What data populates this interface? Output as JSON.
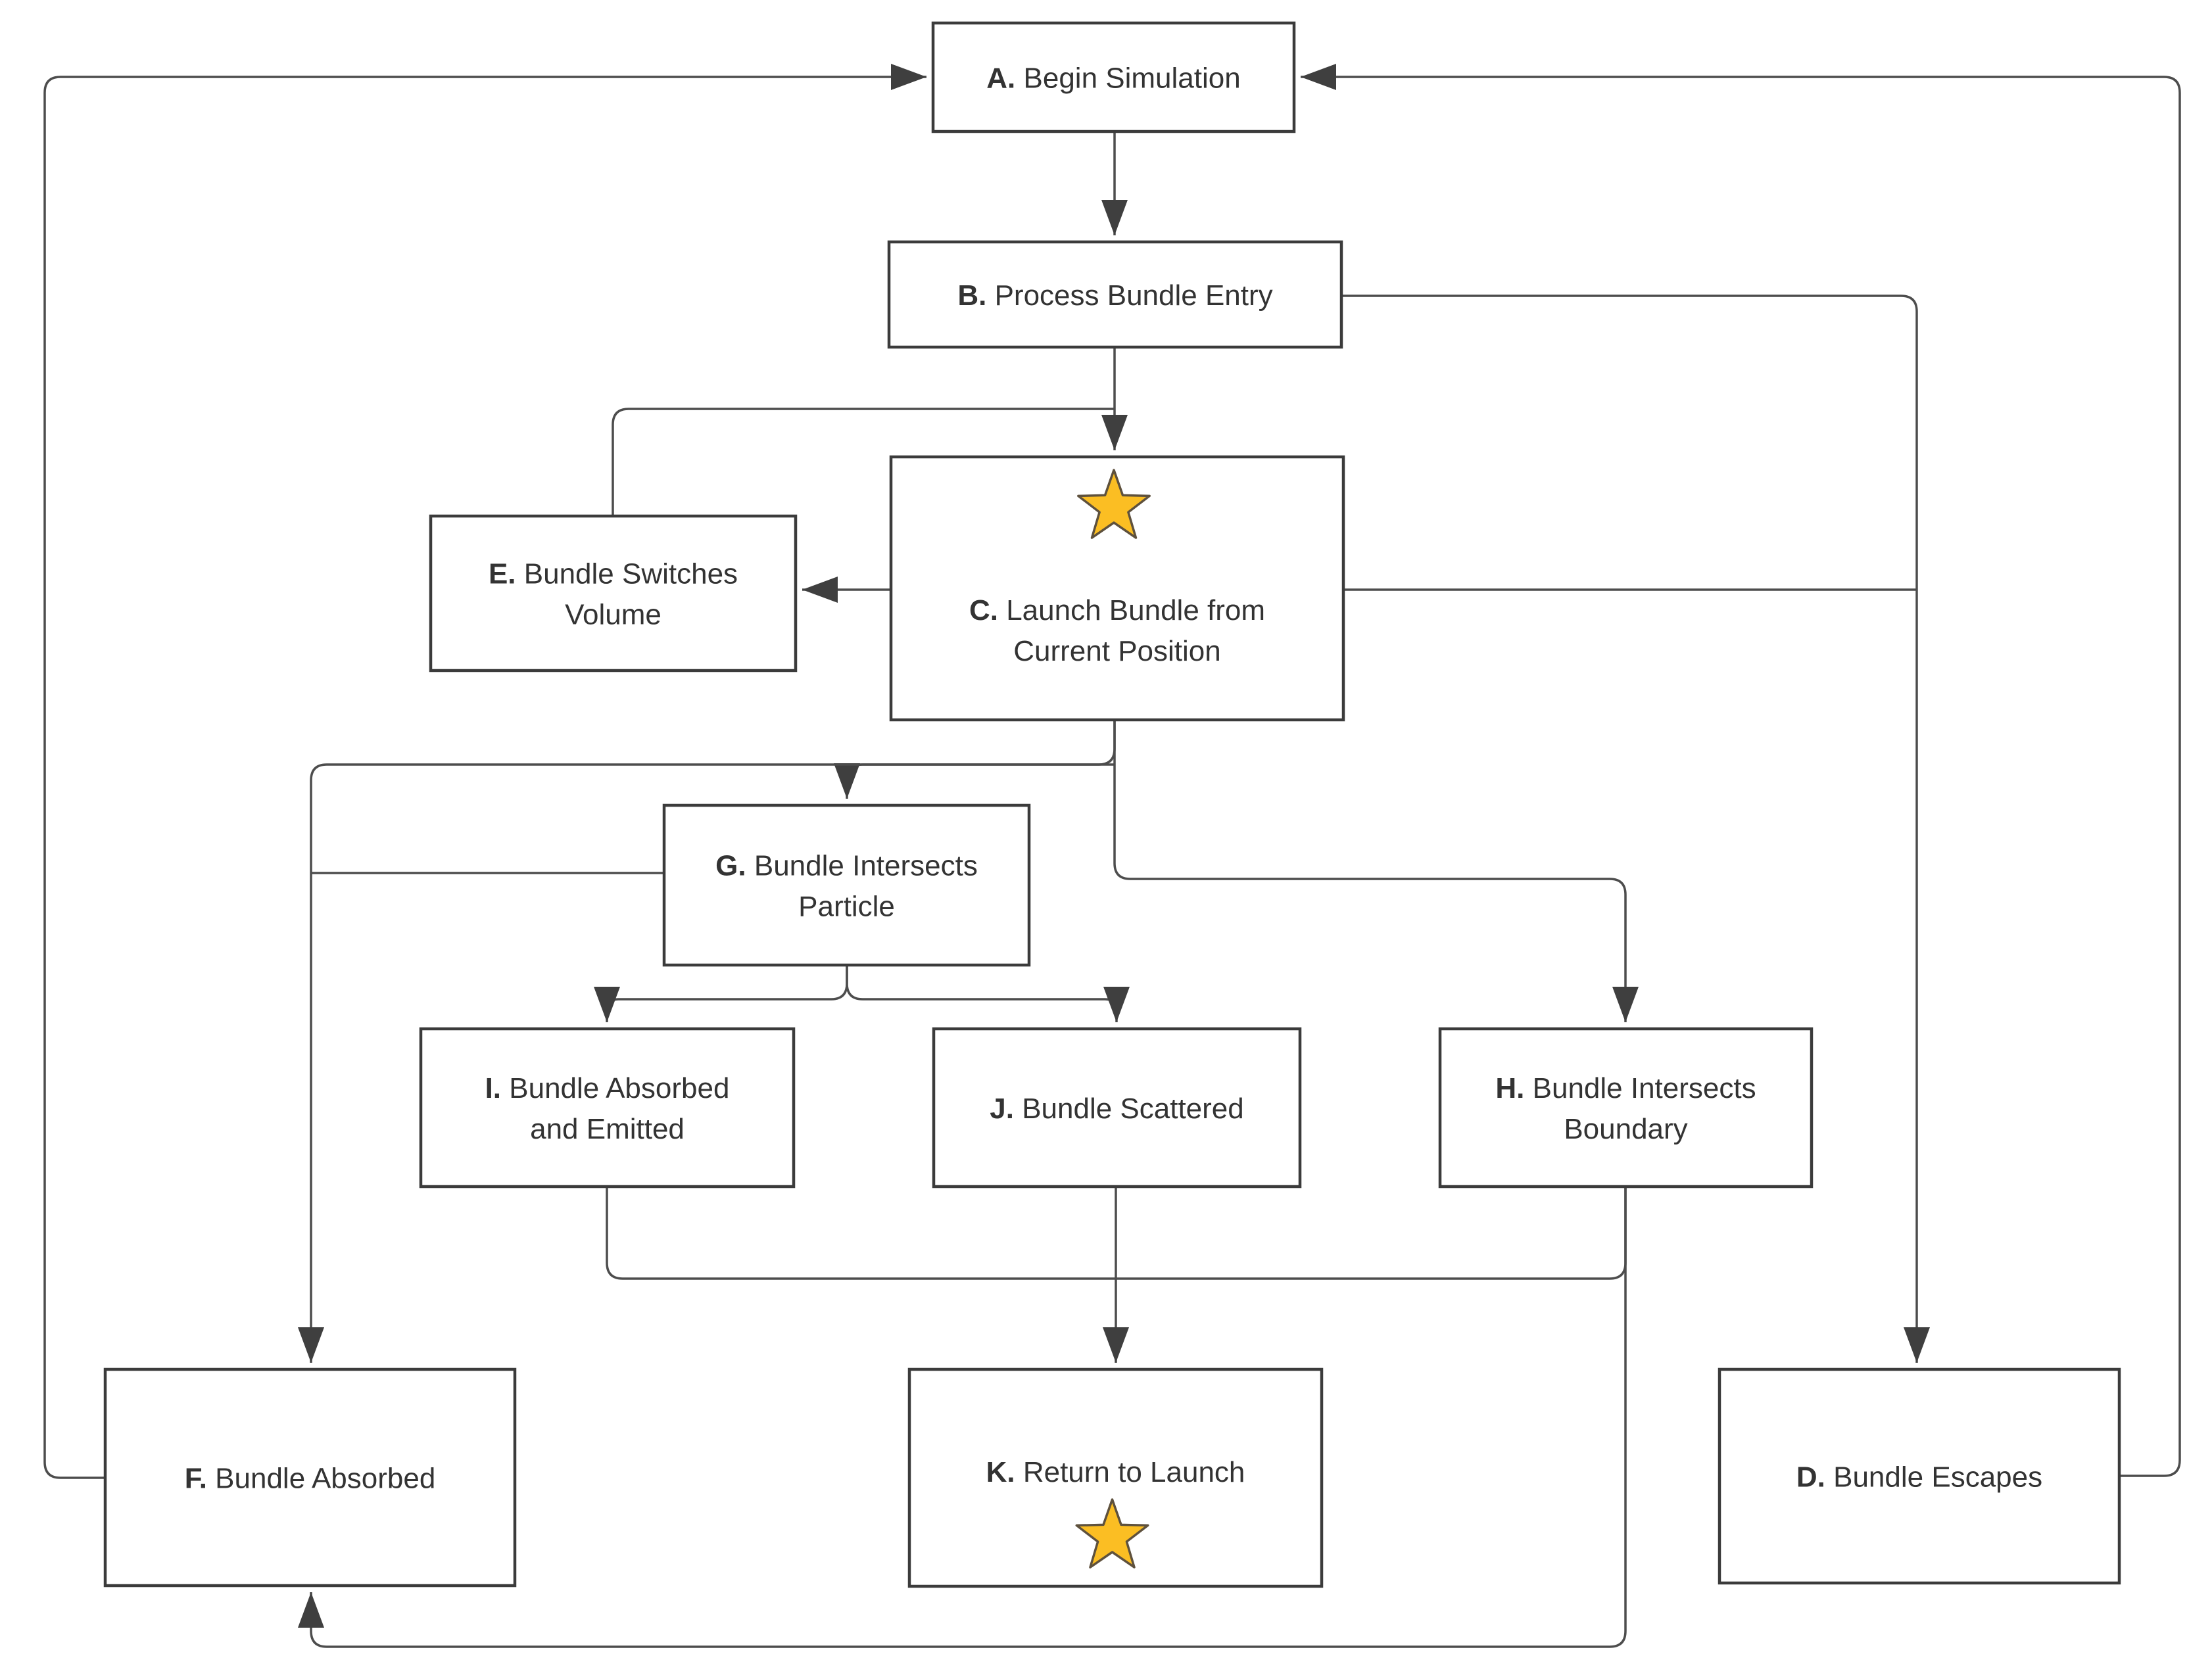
{
  "diagram": {
    "type": "flowchart",
    "background_color": "#ffffff",
    "colors": {
      "box_fill": "#ffffff",
      "box_border": "#3b3b3b",
      "edge": "#4d4d4d",
      "text": "#333333",
      "star_fill": "#FBBE23",
      "star_stroke": "#5E513D"
    },
    "nodes": [
      {
        "id": "A",
        "prefix": "A.",
        "lines": [
          "Begin Simulation"
        ],
        "icon": null
      },
      {
        "id": "B",
        "prefix": "B.",
        "lines": [
          "Process Bundle Entry"
        ],
        "icon": null
      },
      {
        "id": "C",
        "prefix": "C.",
        "lines": [
          "Launch Bundle from",
          "Current Position"
        ],
        "icon": "star-icon",
        "icon_position": "above-label"
      },
      {
        "id": "E",
        "prefix": "E.",
        "lines": [
          "Bundle Switches",
          "Volume"
        ],
        "icon": null
      },
      {
        "id": "G",
        "prefix": "G.",
        "lines": [
          "Bundle Intersects",
          "Particle"
        ],
        "icon": null
      },
      {
        "id": "I",
        "prefix": "I.",
        "lines": [
          "Bundle Absorbed",
          "and Emitted"
        ],
        "icon": null
      },
      {
        "id": "J",
        "prefix": "J.",
        "lines": [
          "Bundle Scattered"
        ],
        "icon": null
      },
      {
        "id": "H",
        "prefix": "H.",
        "lines": [
          "Bundle Intersects",
          "Boundary"
        ],
        "icon": null
      },
      {
        "id": "F",
        "prefix": "F.",
        "lines": [
          "Bundle Absorbed"
        ],
        "icon": null
      },
      {
        "id": "K",
        "prefix": "K.",
        "lines": [
          "Return to Launch"
        ],
        "icon": "star-icon",
        "icon_position": "below-label"
      },
      {
        "id": "D",
        "prefix": "D.",
        "lines": [
          "Bundle Escapes"
        ],
        "icon": null
      }
    ],
    "edges": [
      {
        "from": "A",
        "to": "B"
      },
      {
        "from": "B",
        "to": "C"
      },
      {
        "from": "E",
        "to": "C"
      },
      {
        "from": "C",
        "to": "E"
      },
      {
        "from": "C",
        "to": "G"
      },
      {
        "from": "C",
        "to": "F"
      },
      {
        "from": "C",
        "to": "H"
      },
      {
        "from": "C",
        "to": "D"
      },
      {
        "from": "B",
        "to": "D"
      },
      {
        "from": "G",
        "to": "F"
      },
      {
        "from": "G",
        "to": "I"
      },
      {
        "from": "G",
        "to": "J"
      },
      {
        "from": "I",
        "to": "K"
      },
      {
        "from": "J",
        "to": "K"
      },
      {
        "from": "H",
        "to": "K"
      },
      {
        "from": "H",
        "to": "F"
      },
      {
        "from": "F",
        "to": "A"
      },
      {
        "from": "D",
        "to": "A"
      }
    ]
  }
}
